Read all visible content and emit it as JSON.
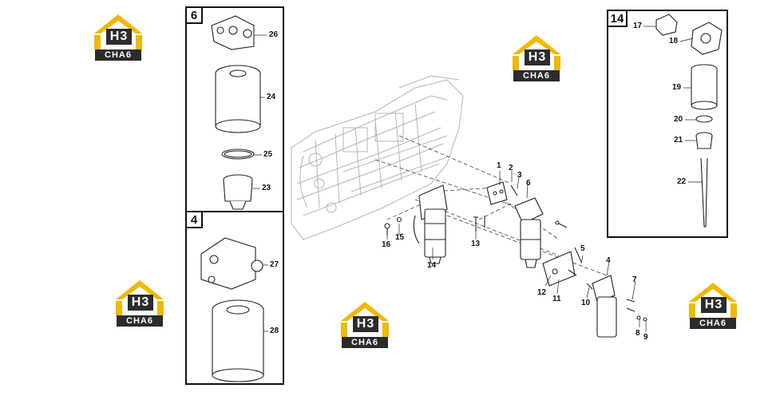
{
  "brand": {
    "logo_text": "CHA6",
    "logo_letters": "H3",
    "accent_color": "#f2b800",
    "dark_color": "#2b2b2b"
  },
  "insets": [
    {
      "tag": "6",
      "labels": [
        "26",
        "24",
        "25",
        "23"
      ]
    },
    {
      "tag": "4",
      "labels": [
        "27",
        "28"
      ]
    },
    {
      "tag": "14",
      "labels": [
        "17",
        "18",
        "19",
        "20",
        "21",
        "22"
      ]
    }
  ],
  "main_labels": [
    "1",
    "2",
    "3",
    "6",
    "16",
    "15",
    "13",
    "14",
    "5",
    "4",
    "7",
    "12",
    "11",
    "10",
    "8",
    "9"
  ]
}
